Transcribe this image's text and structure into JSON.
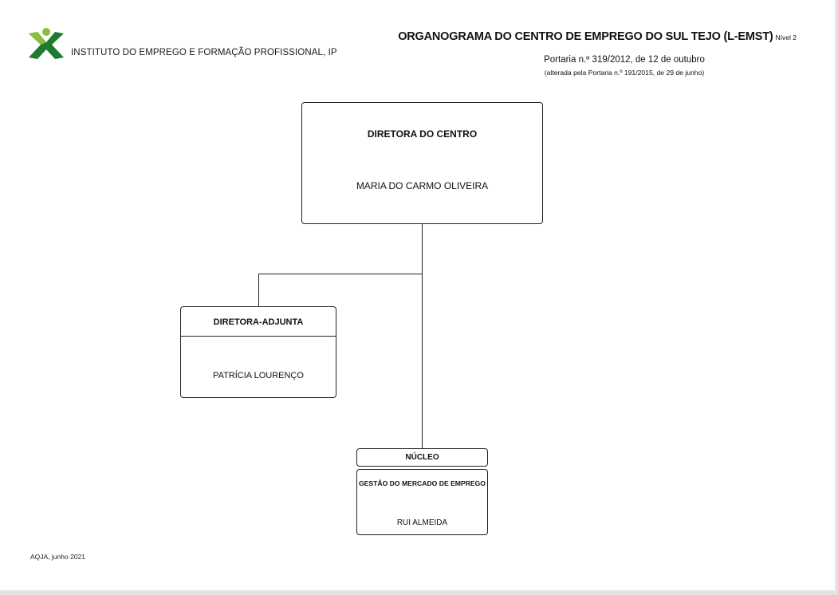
{
  "header": {
    "organization": "INSTITUTO DO EMPREGO E FORMAÇÃO PROFISSIONAL, IP",
    "title": "ORGANOGRAMA DO CENTRO DE EMPREGO DO SUL TEJO (L-EMST)",
    "level": "Nível 2",
    "decree": "Portaria n.º 319/2012, de 12 de outubro",
    "decree_note": "(alterada pela Portaria n.º 191/2015, de 29 de junho)"
  },
  "brand": {
    "dark_green": "#1e7a2e",
    "light_green": "#8cbf3f"
  },
  "chart": {
    "director": {
      "role": "DIRETORA DO CENTRO",
      "name": "MARIA DO CARMO OLIVEIRA"
    },
    "deputy": {
      "role": "DIRETORA-ADJUNTA",
      "name": "PATRÍCIA LOURENÇO"
    },
    "nucleus": {
      "label": "NÚCLEO",
      "unit": "GESTÃO DO MERCADO DE EMPREGO",
      "name": "RUI ALMEIDA"
    }
  },
  "footer": {
    "note": "AQJA, junho 2021"
  }
}
